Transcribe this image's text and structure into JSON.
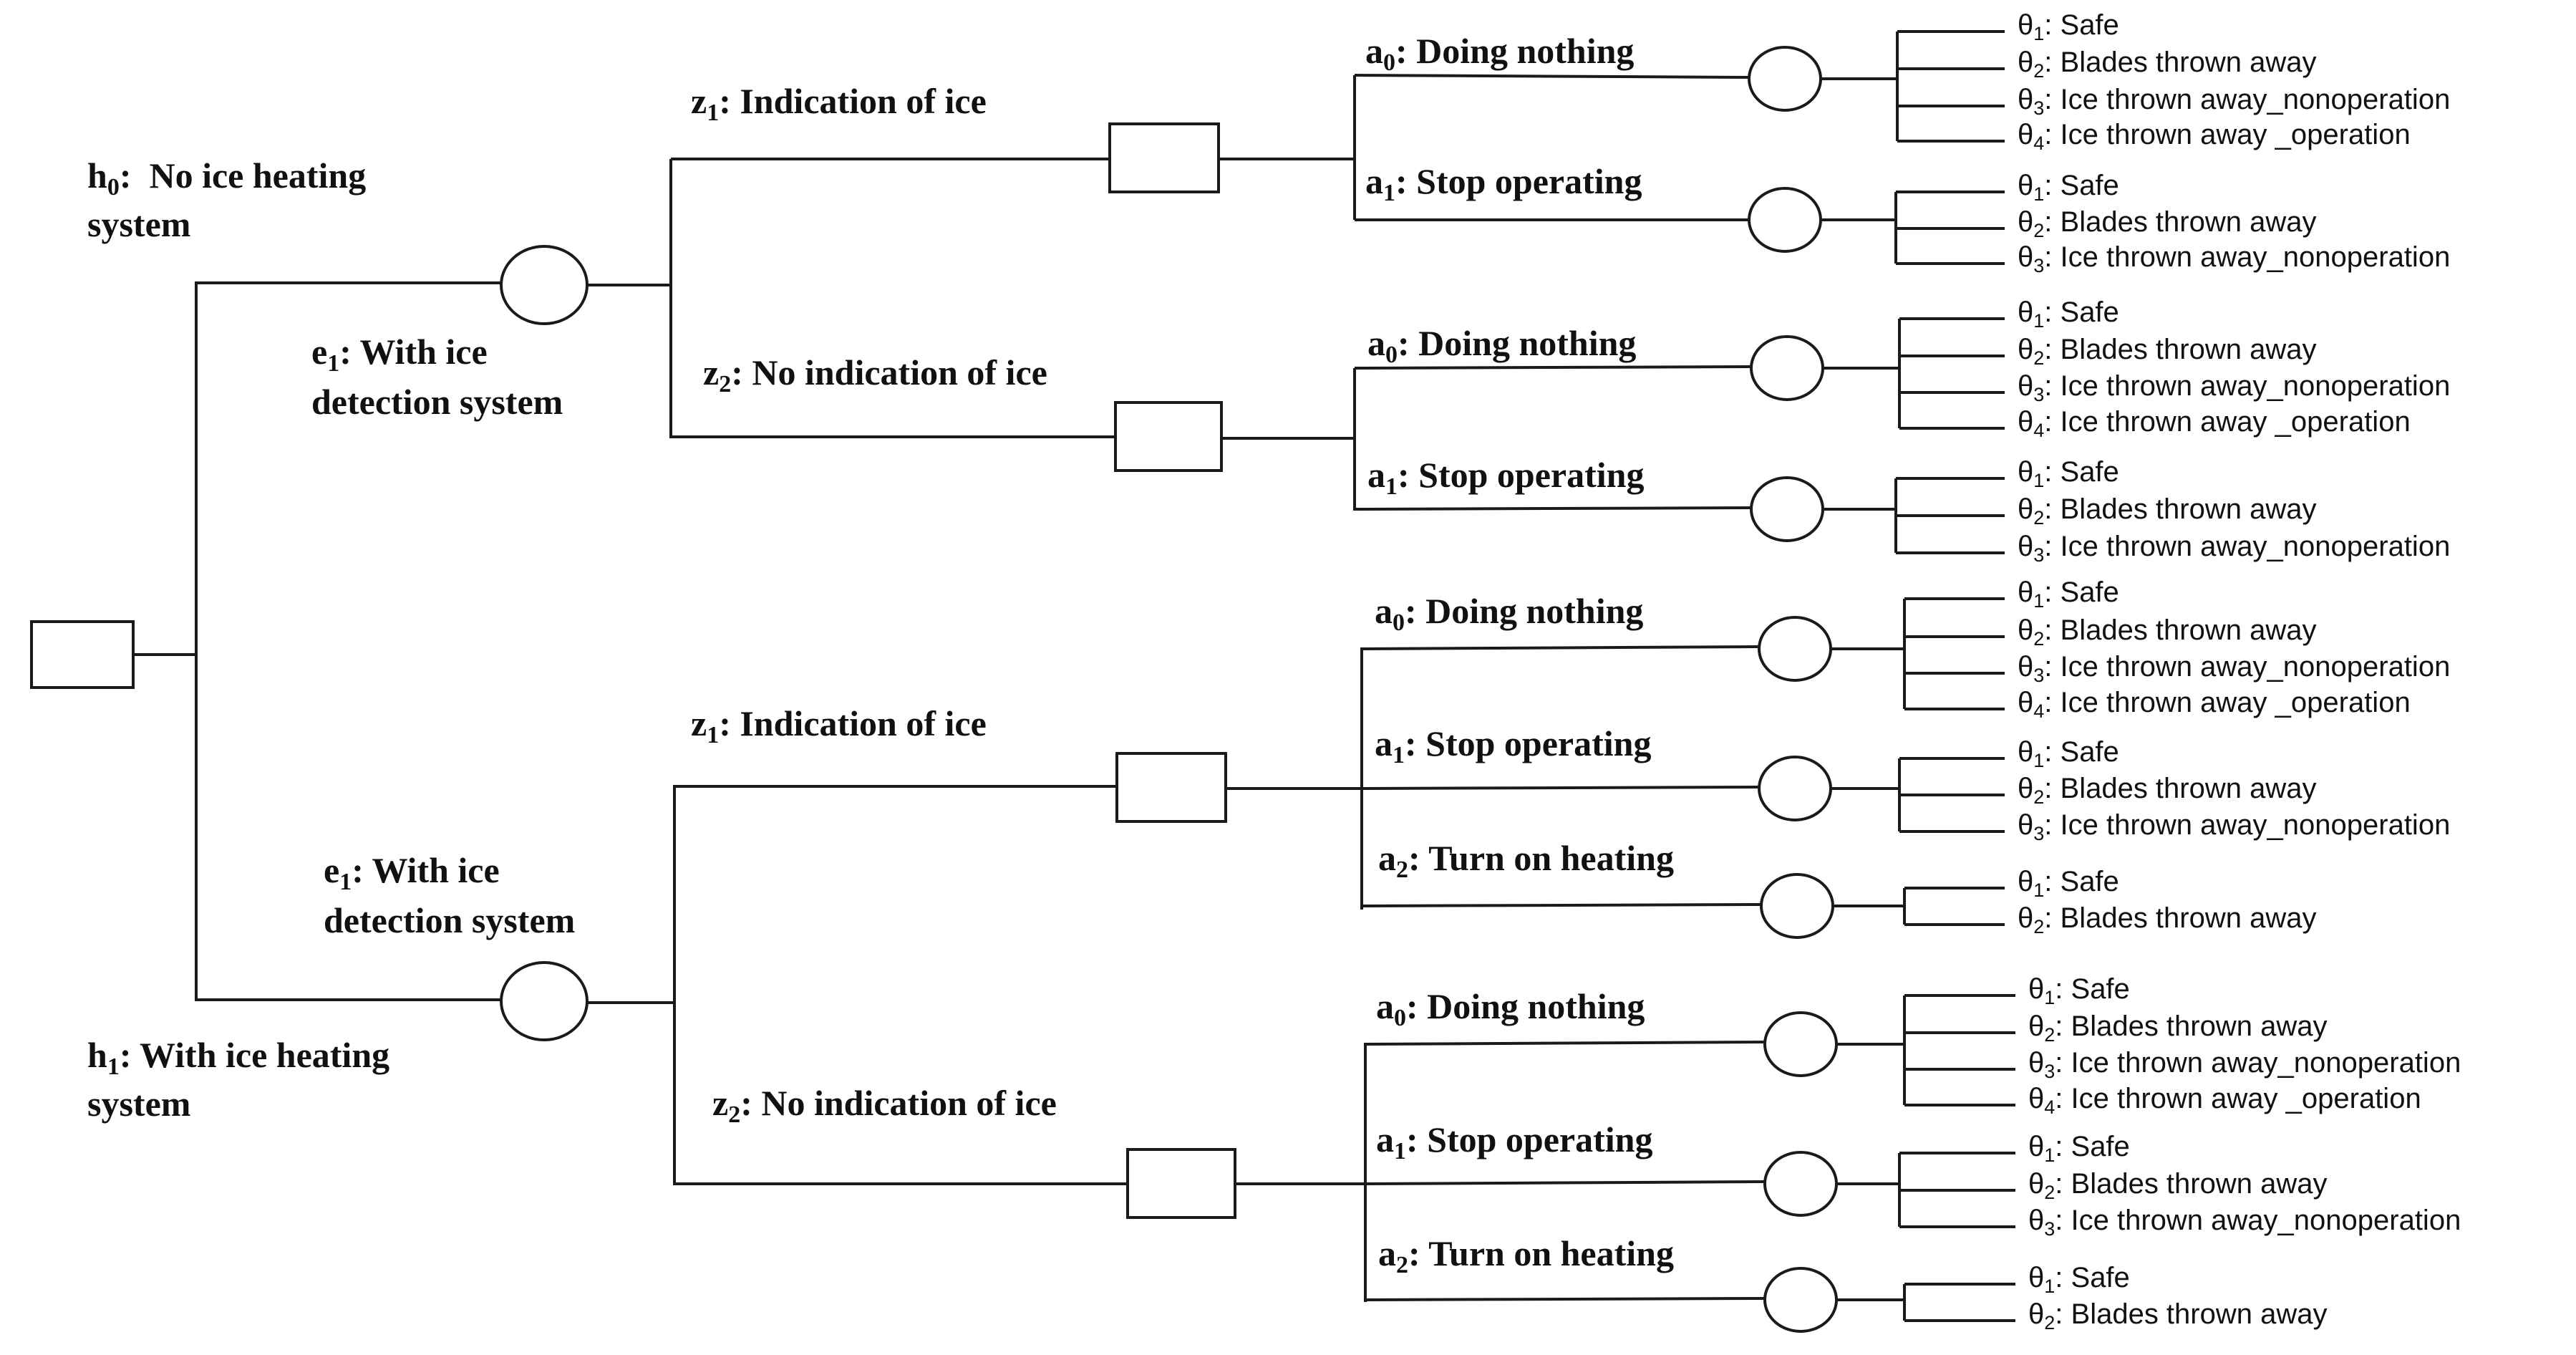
{
  "tree": {
    "h0": {
      "prefix": "h",
      "subscript": "0",
      "suffix": ":  No ice heating",
      "line2": "system"
    },
    "h1": {
      "prefix": "h",
      "subscript": "1",
      "suffix": ": With ice heating",
      "line2": "system"
    },
    "e_top": {
      "prefix": "e",
      "subscript": "1",
      "suffix": ": With ice",
      "line2": "detection system"
    },
    "e_bottom": {
      "prefix": "e",
      "subscript": "1",
      "suffix": ": With ice",
      "line2": "detection system"
    },
    "z1": {
      "prefix": "z",
      "subscript": "1",
      "suffix": ": Indication of ice"
    },
    "z2": {
      "prefix": "z",
      "subscript": "2",
      "suffix": ": No indication of ice"
    },
    "a0": {
      "prefix": "a",
      "subscript": "0",
      "suffix": ": Doing nothing"
    },
    "a1": {
      "prefix": "a",
      "subscript": "1",
      "suffix": ": Stop operating"
    },
    "a2": {
      "prefix": "a",
      "subscript": "2",
      "suffix": ": Turn on heating"
    },
    "outcomes": [
      {
        "symbol": "θ",
        "subscript": "1",
        "text": ": Safe"
      },
      {
        "symbol": "θ",
        "subscript": "2",
        "text": ": Blades thrown away"
      },
      {
        "symbol": "θ",
        "subscript": "3",
        "text": ": Ice thrown away_nonoperation"
      },
      {
        "symbol": "θ",
        "subscript": "4",
        "text": ": Ice thrown away _operation"
      }
    ]
  }
}
